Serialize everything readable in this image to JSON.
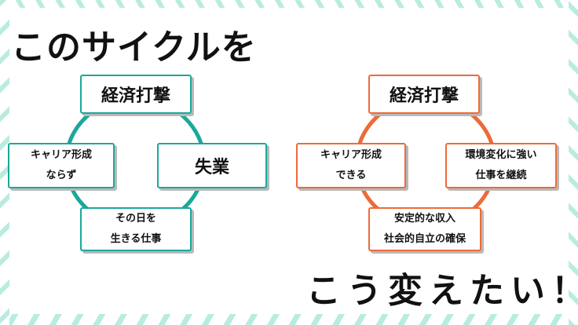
{
  "headline_top": "このサイクルを",
  "headline_bottom": "こう変えたい！",
  "colors": {
    "teal": "#1aa89a",
    "orange": "#ee6a3a",
    "stripe": "#b9ece0"
  },
  "left_cycle": {
    "top": "経済打撃",
    "left": [
      "キャリア形成",
      "ならず"
    ],
    "right": "失業",
    "bottom": [
      "その日を",
      "生きる仕事"
    ]
  },
  "right_cycle": {
    "top": "経済打撃",
    "left": [
      "キャリア形成",
      "できる"
    ],
    "right": [
      "環境変化に強い",
      "仕事を継続"
    ],
    "bottom": [
      "安定的な収入",
      "社会的自立の確保"
    ]
  }
}
